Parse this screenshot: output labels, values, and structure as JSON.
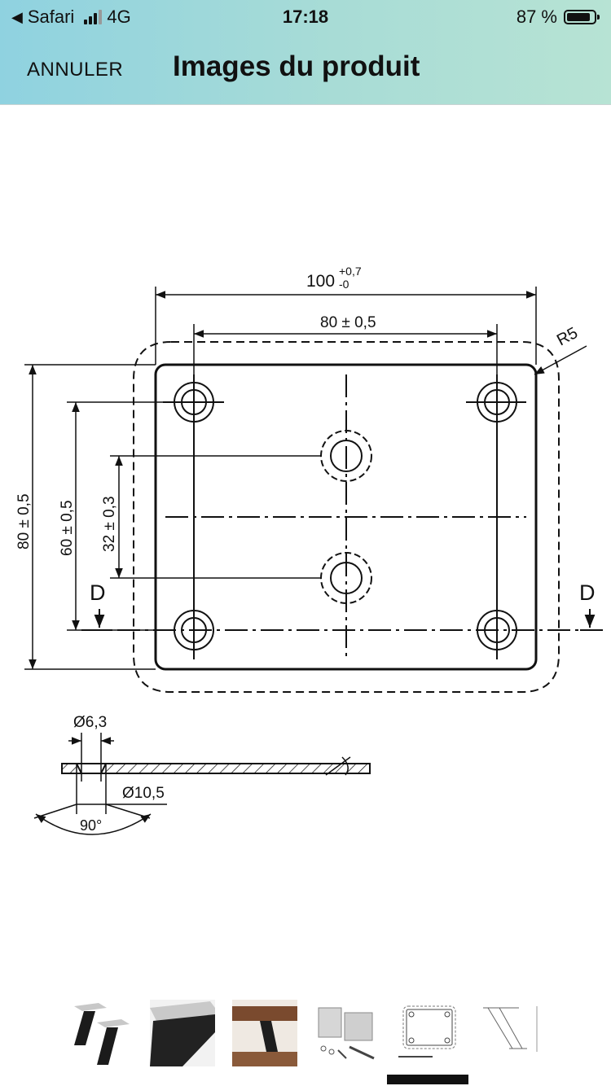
{
  "status_bar": {
    "back_app": "Safari",
    "network": "4G",
    "time": "17:18",
    "battery": "87 %",
    "battery_level": 0.87
  },
  "nav": {
    "cancel_label": "ANNULER",
    "title": "Images du produit"
  },
  "drawing_labels": {
    "overall_width": "100",
    "overall_width_tol_upper": "+0,7",
    "overall_width_tol_lower": "-0",
    "hole_spacing_x": "80 ± 0,5",
    "corner_radius": "R5",
    "overall_height": "80 ± 0,5",
    "hole_spacing_y_outer": "60 ± 0,5",
    "hole_spacing_y_inner": "32 ± 0,3",
    "section_left": "D",
    "section_right": "D",
    "hole_diameter": "Ø6,3",
    "countersink_diameter": "Ø10,5",
    "countersink_angle": "90°"
  },
  "thumbnails": [
    {
      "name": "thumbnail-legs-pair",
      "selected": false
    },
    {
      "name": "thumbnail-leg-closeup",
      "selected": false
    },
    {
      "name": "thumbnail-table-leg",
      "selected": false
    },
    {
      "name": "thumbnail-mounting-kit",
      "selected": false
    },
    {
      "name": "thumbnail-plate-drawing",
      "selected": true
    },
    {
      "name": "thumbnail-leg-drawing",
      "selected": false
    }
  ],
  "colors": {
    "header_gradient_start": "#8fd2e0",
    "header_gradient_end": "#b7e3d4",
    "ink": "#111111"
  }
}
